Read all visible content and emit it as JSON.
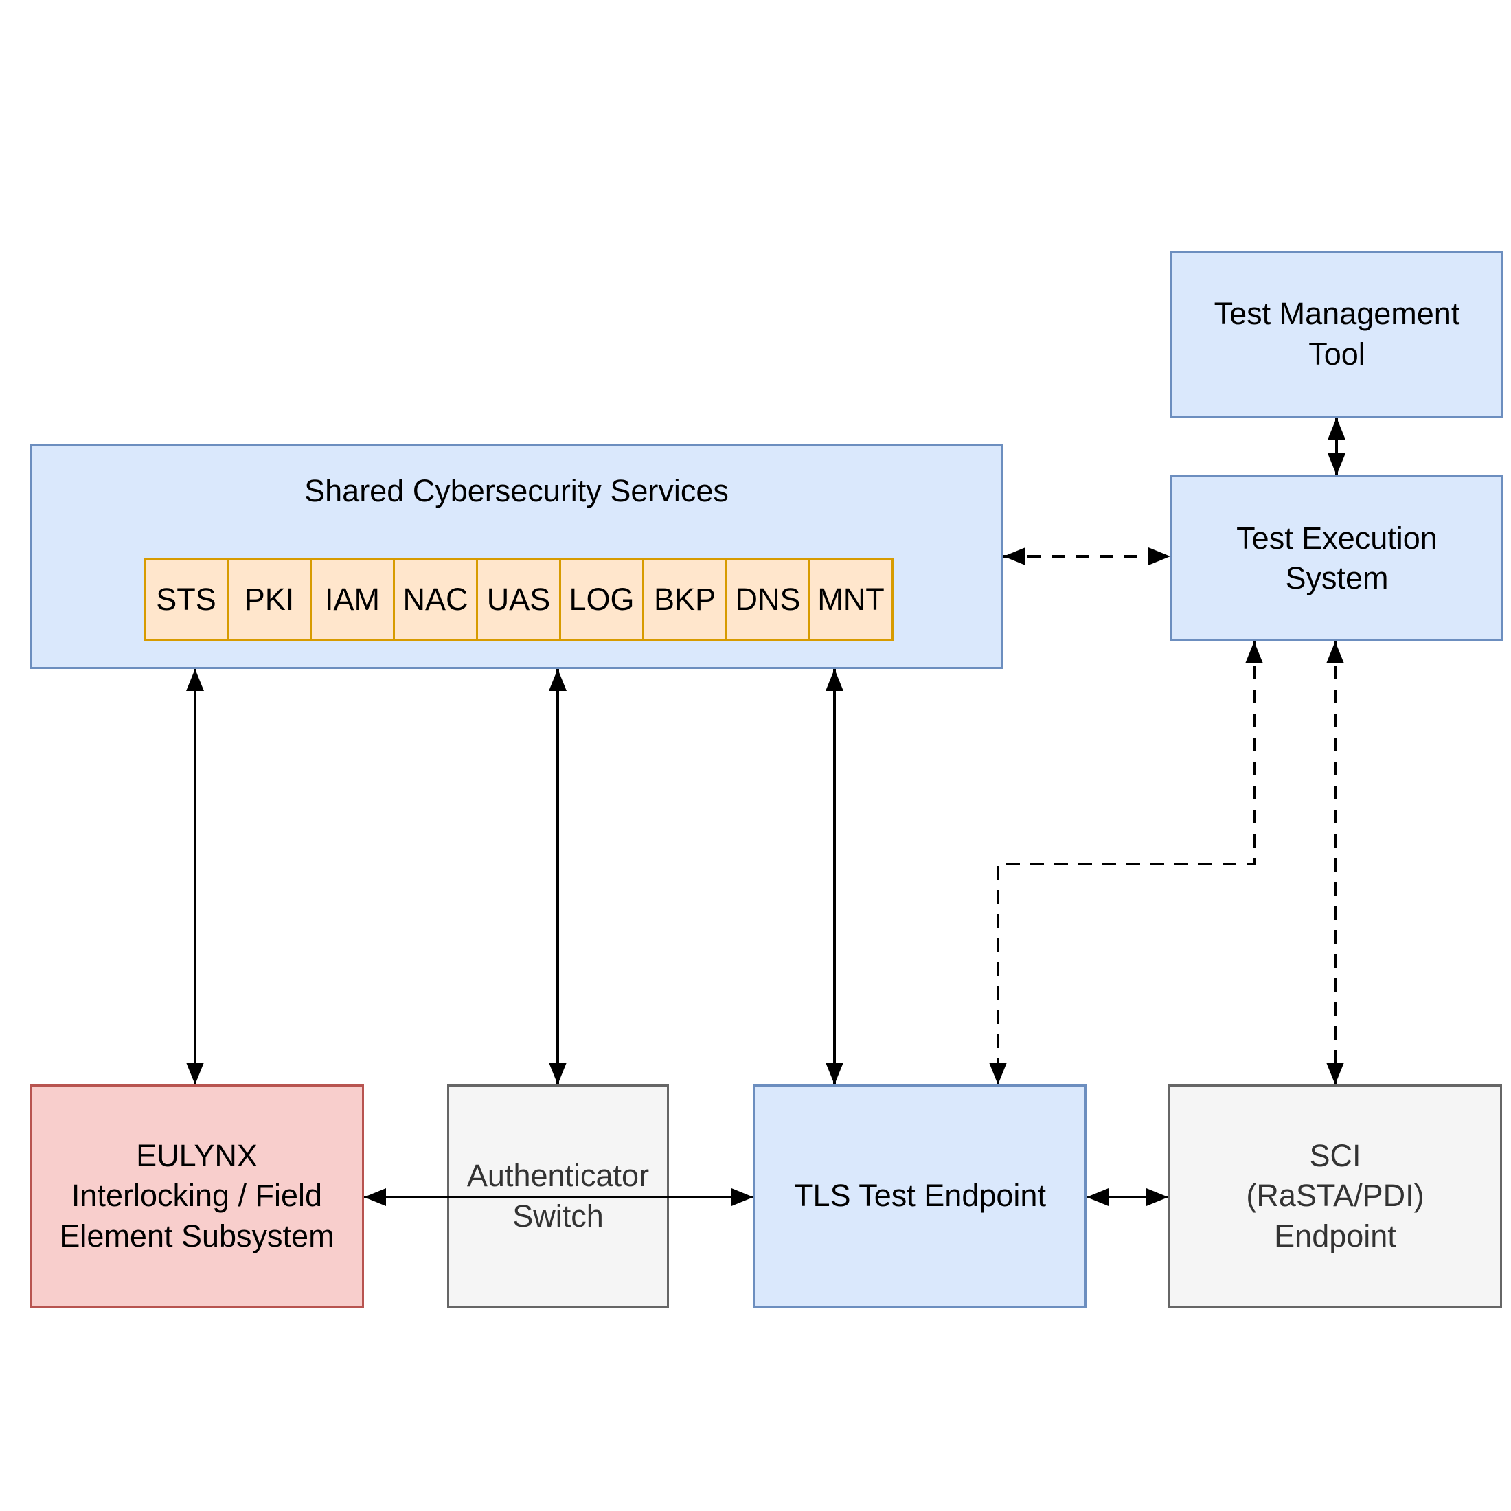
{
  "palette": {
    "background": "#ffffff",
    "blue_fill": "#dae8fc",
    "blue_stroke": "#6c8ebf",
    "orange_fill": "#ffe6cc",
    "orange_stroke": "#d79b00",
    "red_fill": "#f8cecc",
    "red_stroke": "#b85450",
    "gray_fill": "#f5f5f5",
    "gray_stroke": "#666666",
    "gray_text": "#333333",
    "arrow": "#000000"
  },
  "nodes": {
    "shared_cybersecurity_services": {
      "label": "Shared Cybersecurity Services",
      "services": [
        "STS",
        "PKI",
        "IAM",
        "NAC",
        "UAS",
        "LOG",
        "BKP",
        "DNS",
        "MNT"
      ]
    },
    "test_management_tool": {
      "label": "Test Management\nTool"
    },
    "test_execution_system": {
      "label": "Test Execution\nSystem"
    },
    "eulynx_subsystem": {
      "label": "EULYNX\nInterlocking / Field\nElement Subsystem"
    },
    "authenticator_switch": {
      "label": "Authenticator\nSwitch"
    },
    "tls_test_endpoint": {
      "label": "TLS Test Endpoint"
    },
    "sci_endpoint": {
      "label": "SCI\n(RaSTA/PDI)\nEndpoint"
    }
  },
  "connections": [
    {
      "from": "test_management_tool",
      "to": "test_execution_system",
      "style": "solid",
      "bidirectional": true
    },
    {
      "from": "shared_cybersecurity_services",
      "to": "test_execution_system",
      "style": "dashed",
      "bidirectional": true
    },
    {
      "from": "shared_cybersecurity_services",
      "to": "eulynx_subsystem",
      "style": "solid",
      "bidirectional": true
    },
    {
      "from": "shared_cybersecurity_services",
      "to": "authenticator_switch",
      "style": "solid",
      "bidirectional": true
    },
    {
      "from": "shared_cybersecurity_services",
      "to": "tls_test_endpoint",
      "style": "solid",
      "bidirectional": true
    },
    {
      "from": "test_execution_system",
      "to": "tls_test_endpoint",
      "style": "dashed",
      "bidirectional": true
    },
    {
      "from": "test_execution_system",
      "to": "sci_endpoint",
      "style": "dashed",
      "bidirectional": true
    },
    {
      "from": "eulynx_subsystem",
      "to": "tls_test_endpoint",
      "style": "solid",
      "bidirectional": true
    },
    {
      "from": "tls_test_endpoint",
      "to": "sci_endpoint",
      "style": "solid",
      "bidirectional": true
    }
  ]
}
